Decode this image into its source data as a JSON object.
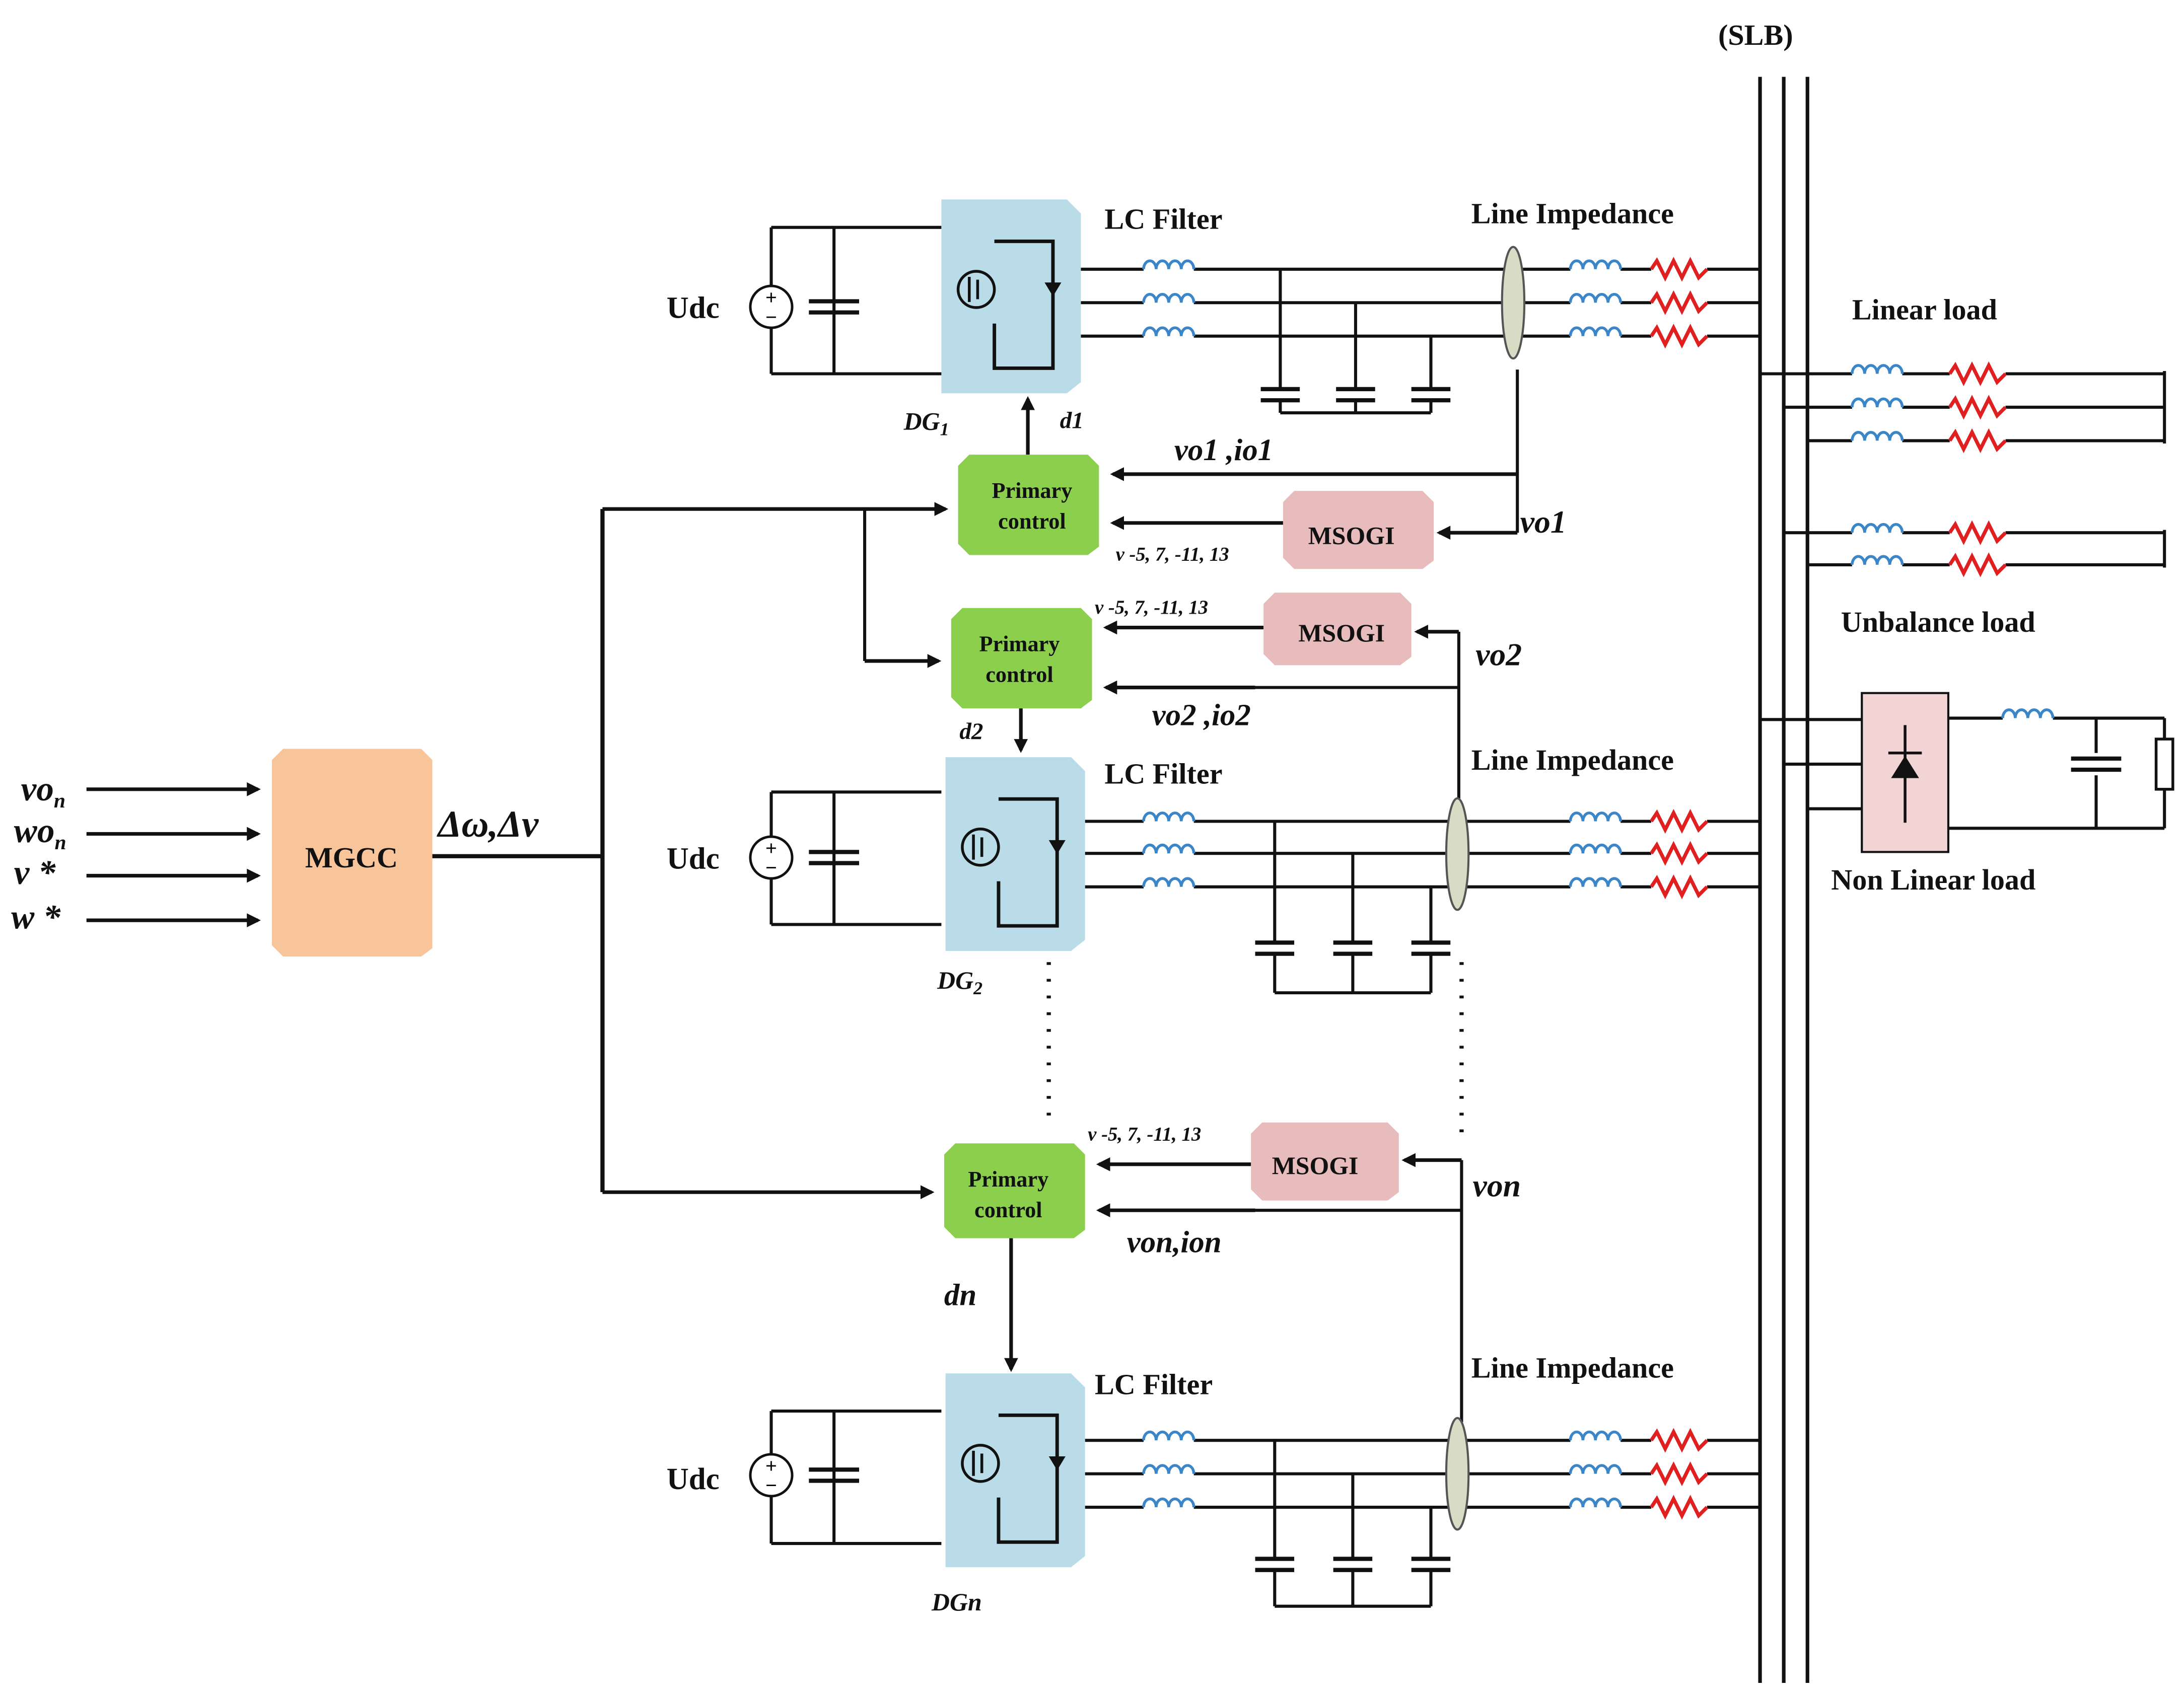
{
  "bus_label": "(SLB)",
  "mgcc": {
    "label": "MGCC",
    "color": "#f8c49a"
  },
  "mgcc_inputs": [
    {
      "main": "vo",
      "sub": "n"
    },
    {
      "main": "wo",
      "sub": "n"
    },
    {
      "main": "v *",
      "sub": ""
    },
    {
      "main": "w *",
      "sub": ""
    }
  ],
  "mgcc_output": "Δω,Δv",
  "primary_control": {
    "line1": "Primary",
    "line2": "control",
    "color": "#8ccf4c"
  },
  "msogi": {
    "label": "MSOGI",
    "color": "#e8bcbc"
  },
  "harmonics_label": "v -5, 7, -11, 13",
  "dg_units": [
    {
      "name_main": "DG",
      "name_sub": "1",
      "duty": "d1",
      "vo": "vo1",
      "vi": "vo1 ,io1"
    },
    {
      "name_main": "DG",
      "name_sub": "2",
      "duty": "d2",
      "vo": "vo2",
      "vi": "vo2 ,io2"
    },
    {
      "name_main": "DGn",
      "name_sub": "",
      "duty": "dn",
      "vo": "von",
      "vi": "von,ion"
    }
  ],
  "source_label": "Udc",
  "filter_label": "LC Filter",
  "impedance_label": "Line Impedance",
  "loads": {
    "linear": "Linear load",
    "unbalance": "Unbalance load",
    "nonlinear": "Non Linear load"
  },
  "colors": {
    "converter": "#b9dce8",
    "inductor": "#3a86c8",
    "resistor": "#e02020",
    "ellipse": "#d8dcc4",
    "rectifier": "#f3d4d4",
    "wire": "#111111"
  }
}
